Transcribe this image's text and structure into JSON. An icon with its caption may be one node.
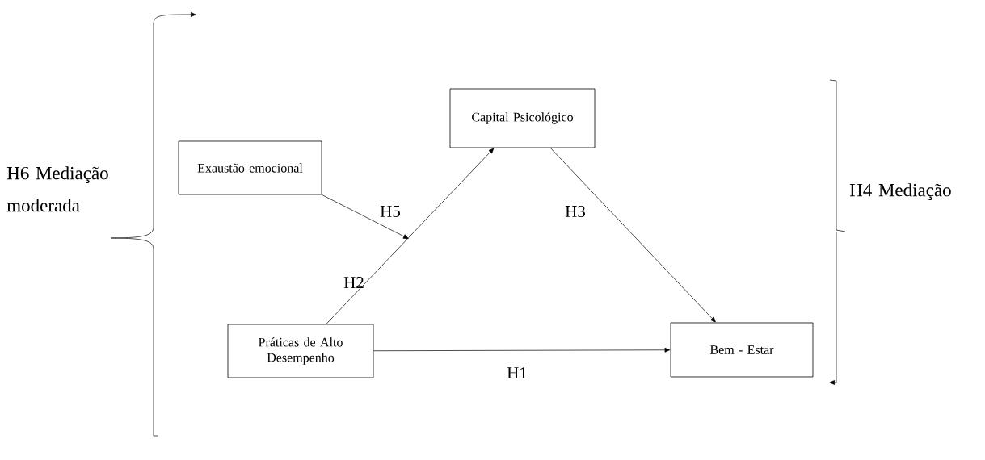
{
  "diagram": {
    "nodes": [
      {
        "text": [
          "Exaustão emocional"
        ]
      },
      {
        "text": [
          "Capital Psicológico"
        ]
      },
      {
        "text": [
          "Práticas de Alto Desempenho"
        ]
      },
      {
        "text": [
          "Bem - Estar"
        ]
      }
    ],
    "edges": [
      {
        "from": 2,
        "to": 1,
        "arrow": "to",
        "label": "H2"
      },
      {
        "from": 1,
        "to": 3,
        "arrow": "to",
        "label": "H3"
      },
      {
        "from": 2,
        "to": 3,
        "arrow": "to",
        "label": "H1"
      },
      {
        "from": 0,
        "to": null,
        "arrow": "to",
        "label": "H5"
      }
    ],
    "labels": [
      "H6 Mediação moderada",
      "H4 Mediação"
    ]
  }
}
